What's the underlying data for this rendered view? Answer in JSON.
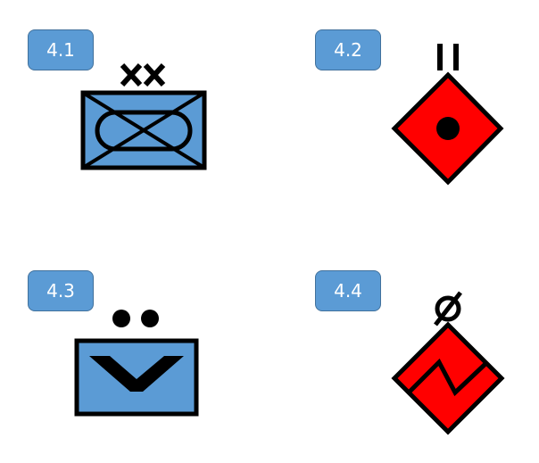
{
  "colors": {
    "badge_fill": "#5b9bd5",
    "badge_border": "#41719c",
    "friendly_fill": "#5b9bd5",
    "hostile_fill": "#ff0000",
    "outline": "#000000"
  },
  "symbols": [
    {
      "id": "4.1",
      "label": "4.1",
      "shape": "rectangle",
      "fill": "#5b9bd5",
      "echelon": "XX",
      "modifier": "crossed-box-with-oval"
    },
    {
      "id": "4.2",
      "label": "4.2",
      "shape": "diamond",
      "fill": "#ff0000",
      "echelon": "II",
      "modifier": "center-dot"
    },
    {
      "id": "4.3",
      "label": "4.3",
      "shape": "rectangle",
      "fill": "#5b9bd5",
      "echelon": "two-dots",
      "modifier": "chevron-v"
    },
    {
      "id": "4.4",
      "label": "4.4",
      "shape": "diamond",
      "fill": "#ff0000",
      "echelon": "Ø",
      "modifier": "zigzag-s"
    }
  ]
}
